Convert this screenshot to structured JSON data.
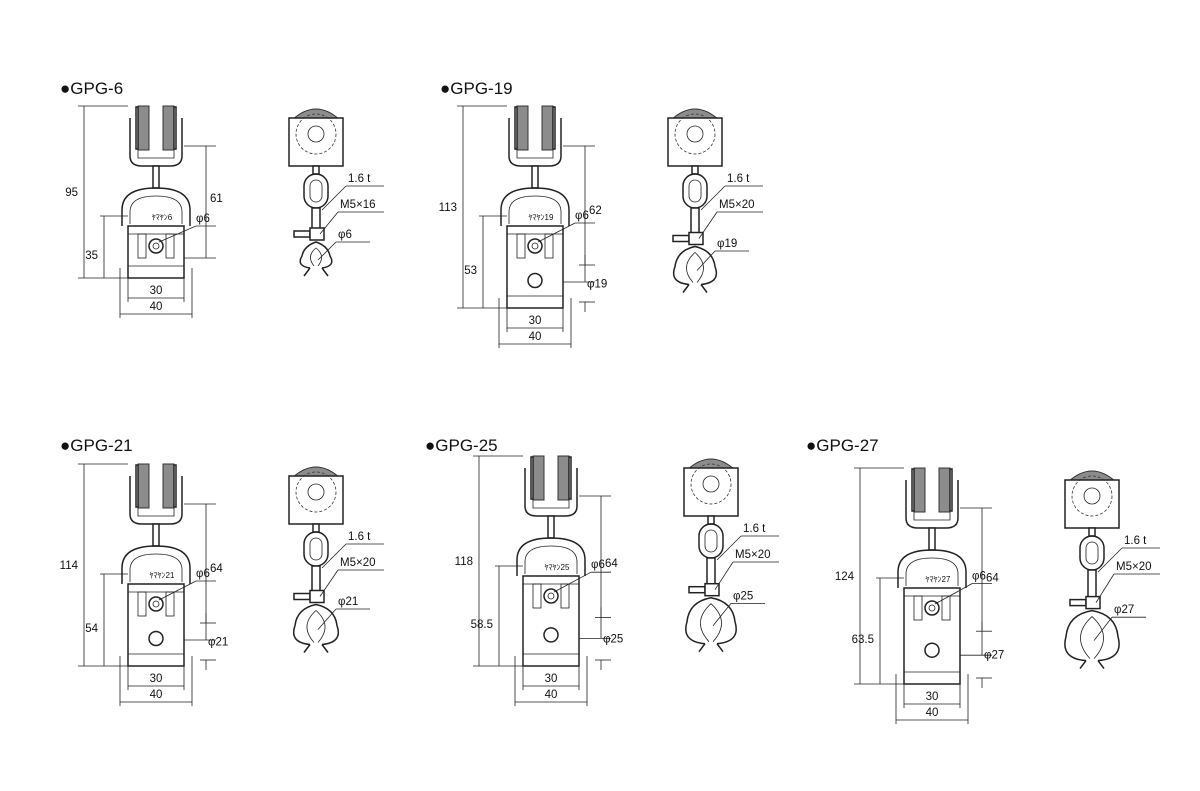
{
  "models": [
    {
      "title": "●GPG-6",
      "engrave": "ﾔﾏﾔﾝ6",
      "dims": {
        "height": "95",
        "lower": "35",
        "upper": "61",
        "inner": "30",
        "outer": "40",
        "d1": "φ6"
      },
      "side": {
        "thick": "1.6 t",
        "bolt": "M5×16",
        "d2": "φ6"
      }
    },
    {
      "title": "●GPG-19",
      "engrave": "ﾔﾏﾔﾝ19",
      "dims": {
        "height": "113",
        "lower": "53",
        "upper": "62",
        "inner": "30",
        "outer": "40",
        "d1": "φ6",
        "pipe": "φ19"
      },
      "side": {
        "thick": "1.6 t",
        "bolt": "M5×20",
        "d2": "φ19"
      }
    },
    {
      "title": "●GPG-21",
      "engrave": "ﾔﾏﾔﾝ21",
      "dims": {
        "height": "114",
        "lower": "54",
        "upper": "64",
        "inner": "30",
        "outer": "40",
        "d1": "φ6",
        "pipe": "φ21"
      },
      "side": {
        "thick": "1.6 t",
        "bolt": "M5×20",
        "d2": "φ21"
      }
    },
    {
      "title": "●GPG-25",
      "engrave": "ﾔﾏﾔﾝ25",
      "dims": {
        "height": "118",
        "lower": "58.5",
        "upper": "64",
        "inner": "30",
        "outer": "40",
        "d1": "φ6",
        "pipe": "φ25"
      },
      "side": {
        "thick": "1.6 t",
        "bolt": "M5×20",
        "d2": "φ25"
      }
    },
    {
      "title": "●GPG-27",
      "engrave": "ﾔﾏﾔﾝ27",
      "dims": {
        "height": "124",
        "lower": "63.5",
        "upper": "64",
        "inner": "30",
        "outer": "40",
        "d1": "φ6",
        "pipe": "φ27"
      },
      "side": {
        "thick": "1.6 t",
        "bolt": "M5×20",
        "d2": "φ27"
      }
    }
  ]
}
